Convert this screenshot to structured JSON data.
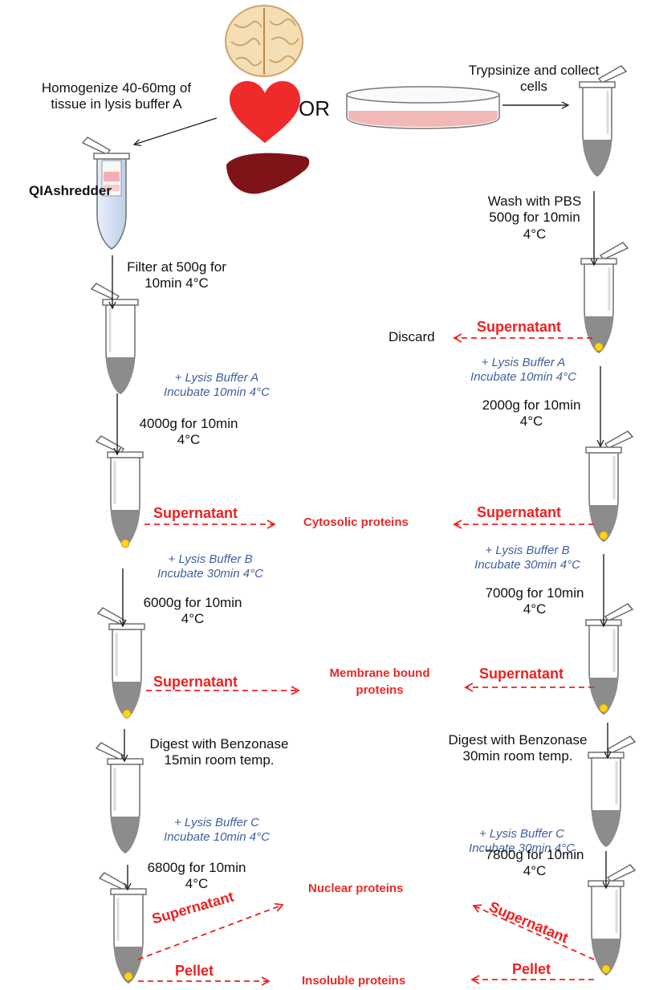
{
  "colors": {
    "red": "#ee2020",
    "blue": "#3f5fa0",
    "pellet": "#ffd21a"
  },
  "icons": [
    "brain-icon",
    "heart-icon",
    "liver-icon",
    "petri-dish-icon",
    "qiashredder-column-icon",
    "microtube-icon"
  ],
  "left": {
    "homogenize": [
      "Homogenize 40-60mg of",
      "tissue in lysis buffer A"
    ],
    "qiashredder": "QIAshredder",
    "filter": [
      "Filter at 500g for",
      "10min 4°C"
    ],
    "step1": {
      "buffer": "+ Lysis Buffer A",
      "incubate": "Incubate 10min 4°C",
      "spin": [
        "4000g for 10min",
        "4°C"
      ]
    },
    "step2": {
      "buffer": "+ Lysis Buffer B",
      "incubate": "Incubate 30min 4°C",
      "spin": [
        "6000g for 10min",
        "4°C"
      ]
    },
    "digest": [
      "Digest with Benzonase",
      "15min room temp."
    ],
    "step3": {
      "buffer": "+ Lysis Buffer C",
      "incubate": "Incubate 10min 4°C",
      "spin": [
        "6800g for 10min",
        "4°C"
      ]
    }
  },
  "or_label": "OR",
  "right": {
    "trypsinize": [
      "Trypsinize and collect",
      "cells"
    ],
    "wash": [
      "Wash with PBS",
      "500g for 10min",
      "4°C"
    ],
    "discard": "Discard",
    "step1": {
      "buffer": "+ Lysis Buffer A",
      "incubate": "Incubate 10min 4°C",
      "spin": [
        "2000g for 10min",
        "4°C"
      ]
    },
    "step2": {
      "buffer": "+ Lysis Buffer B",
      "incubate": "Incubate 30min 4°C",
      "spin": [
        "7000g for 10min",
        "4°C"
      ]
    },
    "digest": [
      "Digest with Benzonase",
      "30min room temp."
    ],
    "step3": {
      "buffer": "+ Lysis Buffer C",
      "incubate": "Incubate 30min 4°C",
      "spin": [
        "7800g for 10min",
        "4°C"
      ]
    }
  },
  "labels": {
    "supernatant": "Supernatant",
    "pellet": "Pellet"
  },
  "products": {
    "cytosolic": "Cytosolic proteins",
    "membrane": [
      "Membrane bound",
      "proteins"
    ],
    "nuclear": "Nuclear proteins",
    "insoluble": "Insoluble proteins"
  }
}
